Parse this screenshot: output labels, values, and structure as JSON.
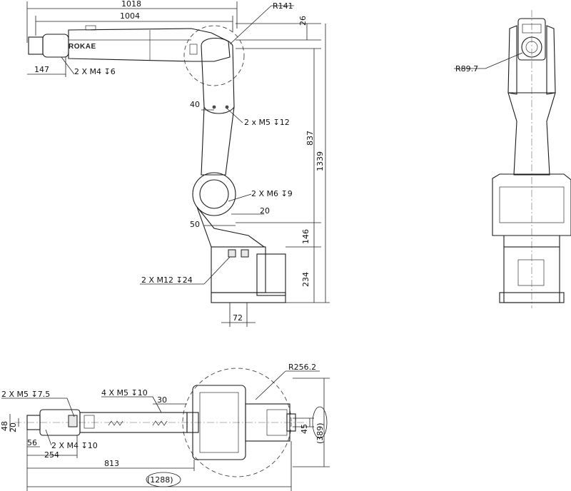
{
  "brand": {
    "logo_text": "ROKAE"
  },
  "side_view": {
    "dims": {
      "total_reach": "1018",
      "arm_length": "1004",
      "radius_top": "R141",
      "offset_top": "26",
      "tool_flange": "147",
      "height_upper": "837",
      "height_total": "1339",
      "joint_40": "40",
      "offset_20": "20",
      "offset_50": "50",
      "height_146": "146",
      "base_height": "234",
      "base_width": "72"
    },
    "callouts": {
      "m4_tool": "2 X  M4  ↧6",
      "m5_elbow": "2 x M5  ↧12",
      "m6_shoulder": "2 X  M6  ↧9",
      "m12_base": "2 X  M12  ↧24"
    }
  },
  "front_view": {
    "dims": {
      "radius": "R89.7"
    }
  },
  "top_view": {
    "dims": {
      "radius": "R256.2",
      "width_48": "48",
      "width_20": "20",
      "offset_56": "56",
      "length_254": "254",
      "length_813": "813",
      "length_1288": "(1288)",
      "offset_30": "30",
      "width_45": "45",
      "width_389": "(389)"
    },
    "callouts": {
      "m5_tool": "2 X  M5  ↧7.5",
      "m5_arm": "4 X  M5  ↧10",
      "m4_tool": "2 X  M4  ↧10"
    }
  },
  "icons": [
    "depth-symbol-icon",
    "diameter-icon"
  ]
}
